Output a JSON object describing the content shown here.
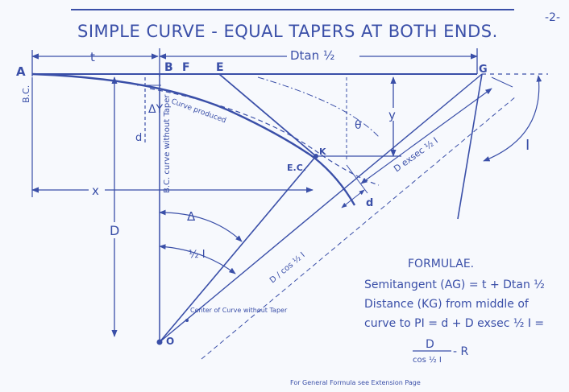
{
  "page_number": "-2-",
  "title": "SIMPLE CURVE - EQUAL TAPERS AT BOTH ENDS.",
  "points": {
    "A": "A",
    "BC": "B.C.",
    "B": "B",
    "F": "F",
    "E": "E",
    "G": "G",
    "K": "K",
    "EC": "E.C.",
    "O": "O"
  },
  "dims": {
    "t": "t",
    "D_tan_half_I": "Dtan ½",
    "x": "x",
    "y": "y",
    "D": "D",
    "d": "d",
    "D_exsec": "D exsec ½ I",
    "BC_curve_without_taper": "B.C. curve without Taper",
    "D_over_cos": "D / cos ½ I",
    "delta_y": "ΔY"
  },
  "labels": {
    "curve_produced": "Curve produced",
    "center_of_curve": "Center of Curve without Taper"
  },
  "angles": {
    "delta": "Δ",
    "half_I": "½ I",
    "I": "I",
    "theta": "θ"
  },
  "formulae": {
    "heading": "FORMULAE.",
    "line1": "Semitangent (AG) = t + Dtan ½",
    "line2": "Distance (KG) from middle of",
    "line3": "curve to PI = d + D exsec ½ I =",
    "frac_num": "D",
    "frac_den": "cos ½ I",
    "frac_tail": " - R",
    "footnote": "For General Formula see Extension Page"
  },
  "colors": {
    "ink": "#3a4fa8",
    "paper": "#f7f9fd"
  }
}
